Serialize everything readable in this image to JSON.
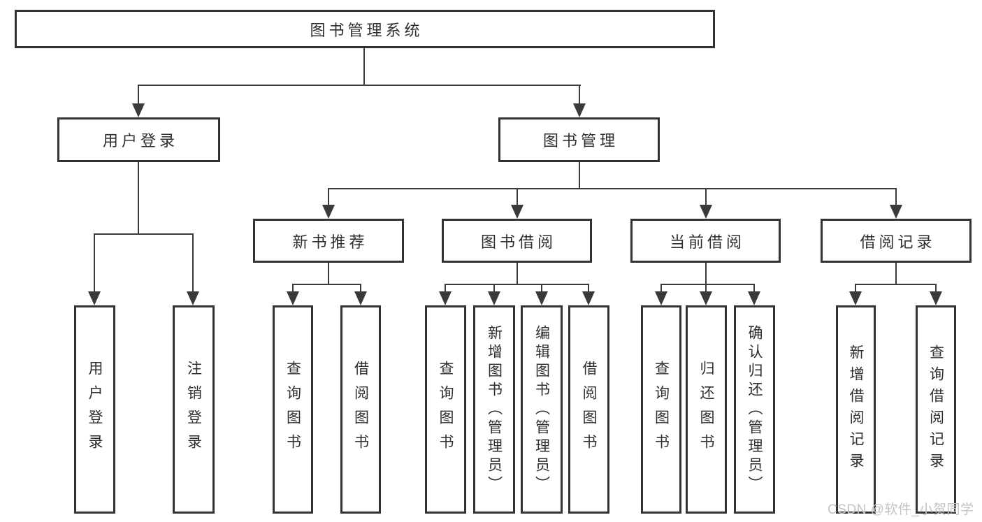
{
  "colors": {
    "line": "#3a3a3a",
    "box_border": "#333333",
    "box_fill": "#ffffff",
    "text": "#2e2e2e",
    "watermark": "#c3c3c3"
  },
  "tree": {
    "label": "图书管理系统",
    "children": [
      {
        "label": "用户登录",
        "children": [
          {
            "label": "用户登录"
          },
          {
            "label": "注销登录"
          }
        ]
      },
      {
        "label": "图书管理",
        "children": [
          {
            "label": "新书推荐",
            "children": [
              {
                "label": "查询图书"
              },
              {
                "label": "借阅图书"
              }
            ]
          },
          {
            "label": "图书借阅",
            "children": [
              {
                "label": "查询图书"
              },
              {
                "label": "新增图书（管理员）"
              },
              {
                "label": "编辑图书（管理员）"
              },
              {
                "label": "借阅图书"
              }
            ]
          },
          {
            "label": "当前借阅",
            "children": [
              {
                "label": "查询图书"
              },
              {
                "label": "归还图书"
              },
              {
                "label": "确认归还（管理员）"
              }
            ]
          },
          {
            "label": "借阅记录",
            "children": [
              {
                "label": "新增借阅记录"
              },
              {
                "label": "查询借阅记录"
              }
            ]
          }
        ]
      }
    ]
  },
  "watermark": "CSDN @软件_小贺同学"
}
